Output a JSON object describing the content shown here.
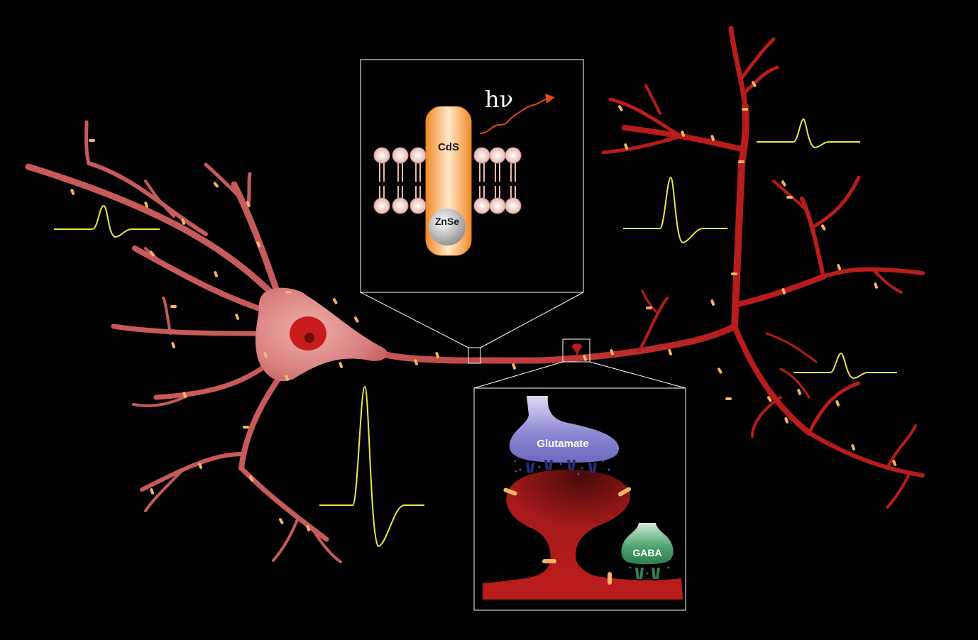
{
  "colors": {
    "background": "#000000",
    "neuron": "#b81c1c",
    "soma": "#d47272",
    "nucleus": "#c01a1a",
    "nanorod": "#f39a3b",
    "marker": "#f4b36a",
    "trace": "#e8e84a",
    "glutamate": "#7b77c9",
    "gaba": "#3f9a64",
    "receptor": "#2a2d7a",
    "photon": "#e04a1c",
    "inset_border": "#ffffff"
  },
  "labels": {
    "photon": "hν",
    "nanorod_body": "CdS",
    "nanorod_seed": "ZnSe",
    "glutamate": "Glutamate",
    "gaba": "GABA"
  },
  "icons": [
    "nanorod-icon",
    "lipid-bilayer-icon",
    "photon-wave-arrow-icon",
    "synapse-icon",
    "glutamate-terminal-icon",
    "gaba-terminal-icon",
    "receptor-icon"
  ]
}
